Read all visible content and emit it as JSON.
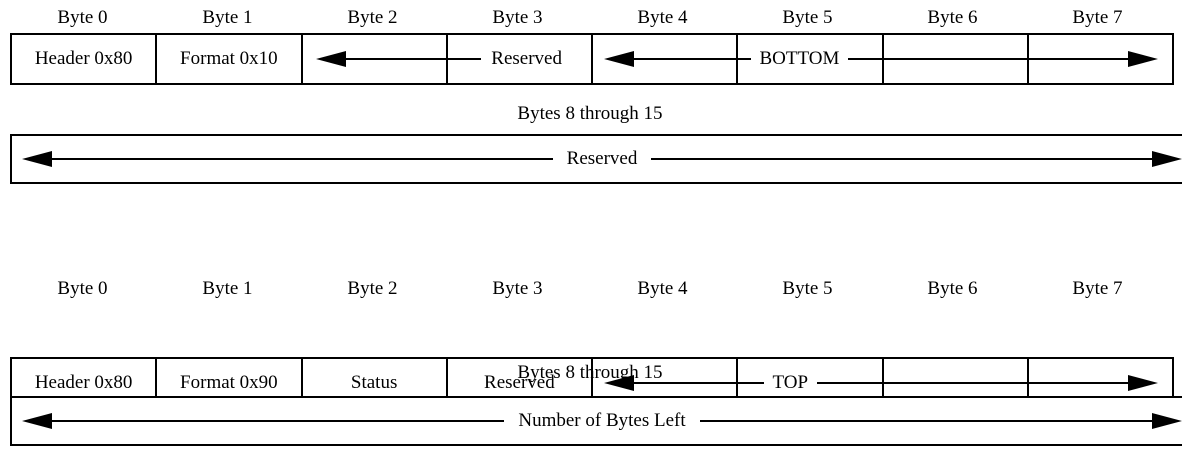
{
  "colors": {
    "ink": "#000000",
    "background": "#ffffff"
  },
  "format1": {
    "byte_headers": [
      "Byte 0",
      "Byte 1",
      "Byte 2",
      "Byte 3",
      "Byte 4",
      "Byte 5",
      "Byte 6",
      "Byte 7"
    ],
    "cells": {
      "byte0": "Header 0x80",
      "byte1": "Format 0x10"
    },
    "field_bytes2_3": "Reserved",
    "field_bytes4_7": "BOTTOM",
    "bytes8_title": "Bytes 8 through 15",
    "bytes8_field": "Reserved"
  },
  "format2": {
    "byte_headers": [
      "Byte 0",
      "Byte 1",
      "Byte 2",
      "Byte 3",
      "Byte 4",
      "Byte 5",
      "Byte 6",
      "Byte 7"
    ],
    "cells": {
      "byte0": "Header 0x80",
      "byte1": "Format 0x90",
      "byte2": "Status",
      "byte3": "Reserved"
    },
    "field_bytes4_7": "TOP",
    "bytes8_title": "Bytes 8 through 15",
    "bytes8_field": "Number of Bytes Left"
  }
}
